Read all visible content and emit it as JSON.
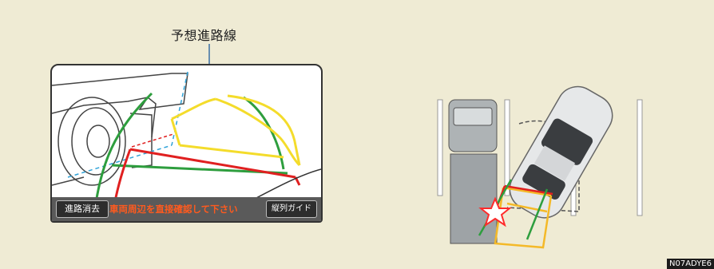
{
  "callout": {
    "label": "予想進路線"
  },
  "screen": {
    "erase_button": "進路消去",
    "message": "車両周辺を直接確認して下さい",
    "guide_button": "縦列ガイド"
  },
  "figure_code": "N07ADYE6",
  "colors": {
    "background": "#efebd4",
    "predicted_path": "#f4dc2b",
    "distance_green": "#2e9e3e",
    "distance_red": "#e02020",
    "guide_blue": "#2fa3d8",
    "message_orange": "#ff5a1e",
    "collision_star": "#ff2b2b"
  }
}
